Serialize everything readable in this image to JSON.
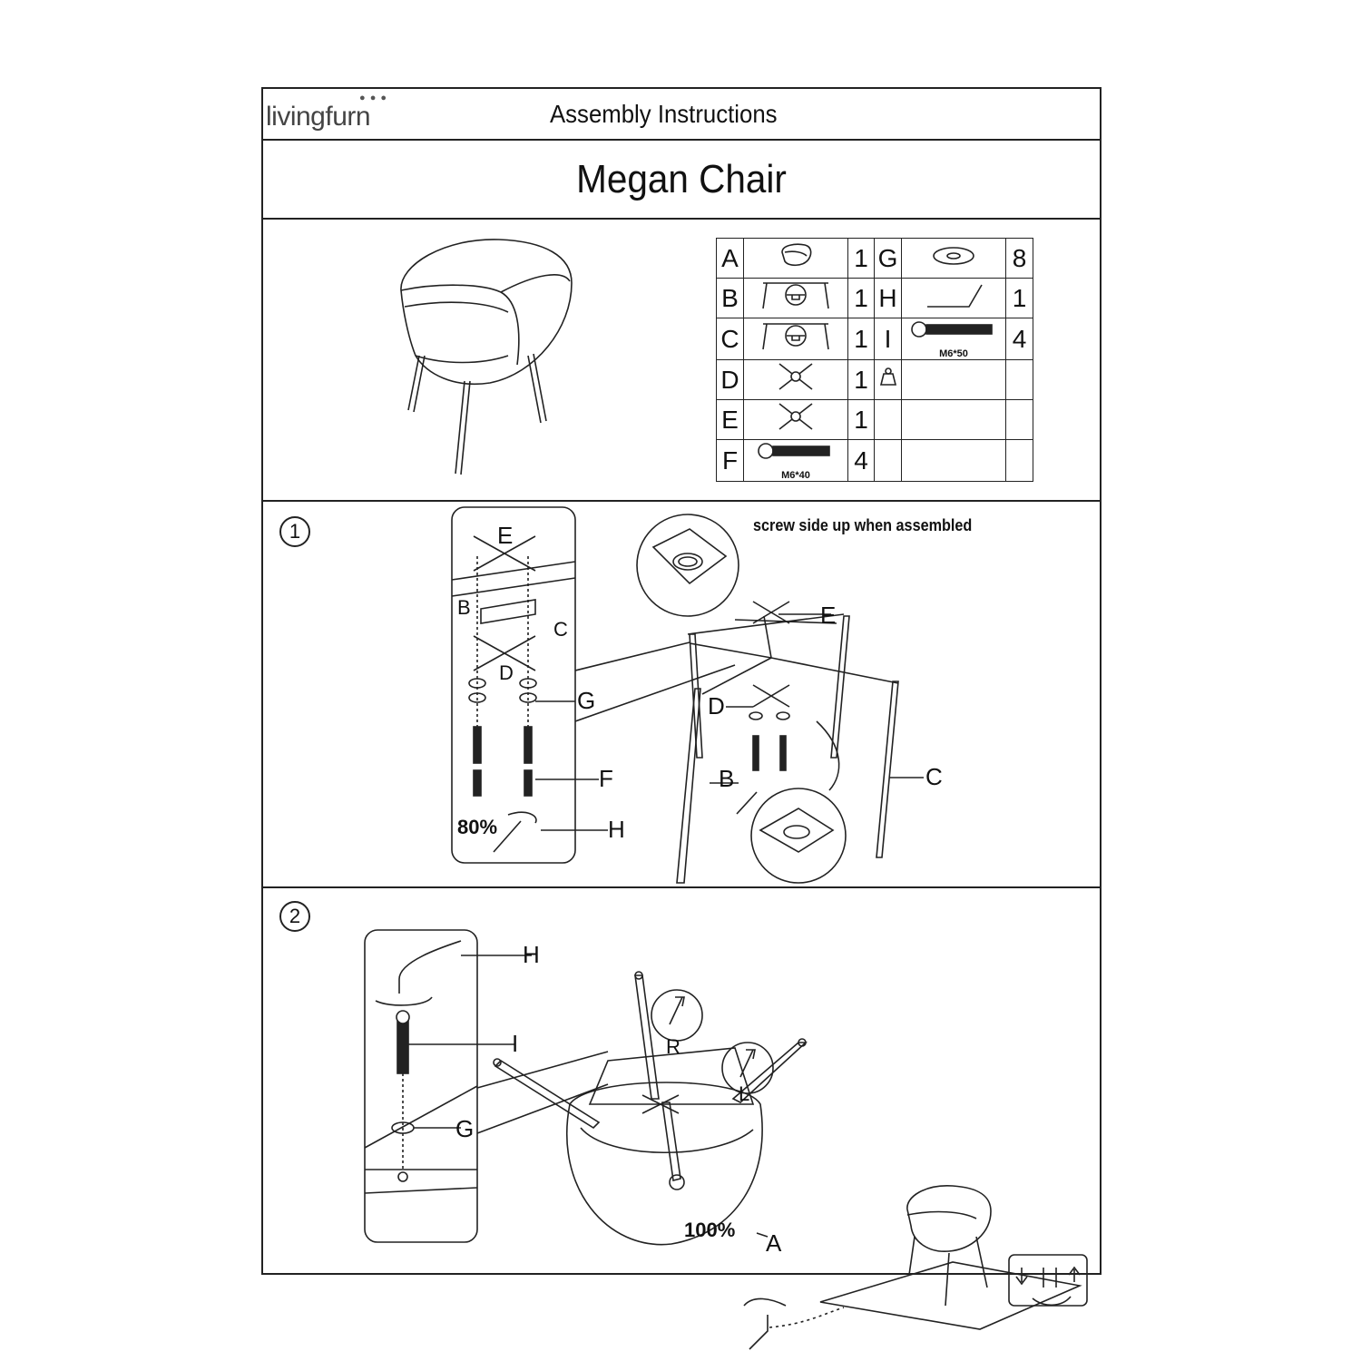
{
  "header": {
    "brand": "livingfurn",
    "title": "Assembly Instructions"
  },
  "product_name": "Megan Chair",
  "parts": [
    {
      "letter": "A",
      "qty": "1",
      "icon": "seat-shell-icon"
    },
    {
      "letter": "B",
      "qty": "1",
      "icon": "front-leg-frame-icon"
    },
    {
      "letter": "C",
      "qty": "1",
      "icon": "rear-leg-frame-icon"
    },
    {
      "letter": "D",
      "qty": "1",
      "icon": "cross-plate-icon"
    },
    {
      "letter": "E",
      "qty": "1",
      "icon": "cross-plate-icon"
    },
    {
      "letter": "F",
      "qty": "4",
      "icon": "bolt-icon",
      "size": "M6*40"
    },
    {
      "letter": "G",
      "qty": "8",
      "icon": "washer-icon"
    },
    {
      "letter": "H",
      "qty": "1",
      "icon": "allen-key-icon"
    },
    {
      "letter": "I",
      "qty": "4",
      "icon": "bolt-icon",
      "size": "M6*50"
    },
    {
      "letter": "",
      "qty": "",
      "icon": "weight-limit-icon"
    }
  ],
  "step1": {
    "number": "1",
    "note": "screw side up when assembled",
    "torque": "80%",
    "labels": {
      "e": "E",
      "b": "B",
      "c": "C",
      "d": "D",
      "g": "G",
      "f": "F",
      "h": "H"
    }
  },
  "step2": {
    "number": "2",
    "torque": "100%",
    "labels": {
      "h": "H",
      "i": "I",
      "g": "G",
      "a": "A",
      "r": "R",
      "l": "L"
    }
  }
}
